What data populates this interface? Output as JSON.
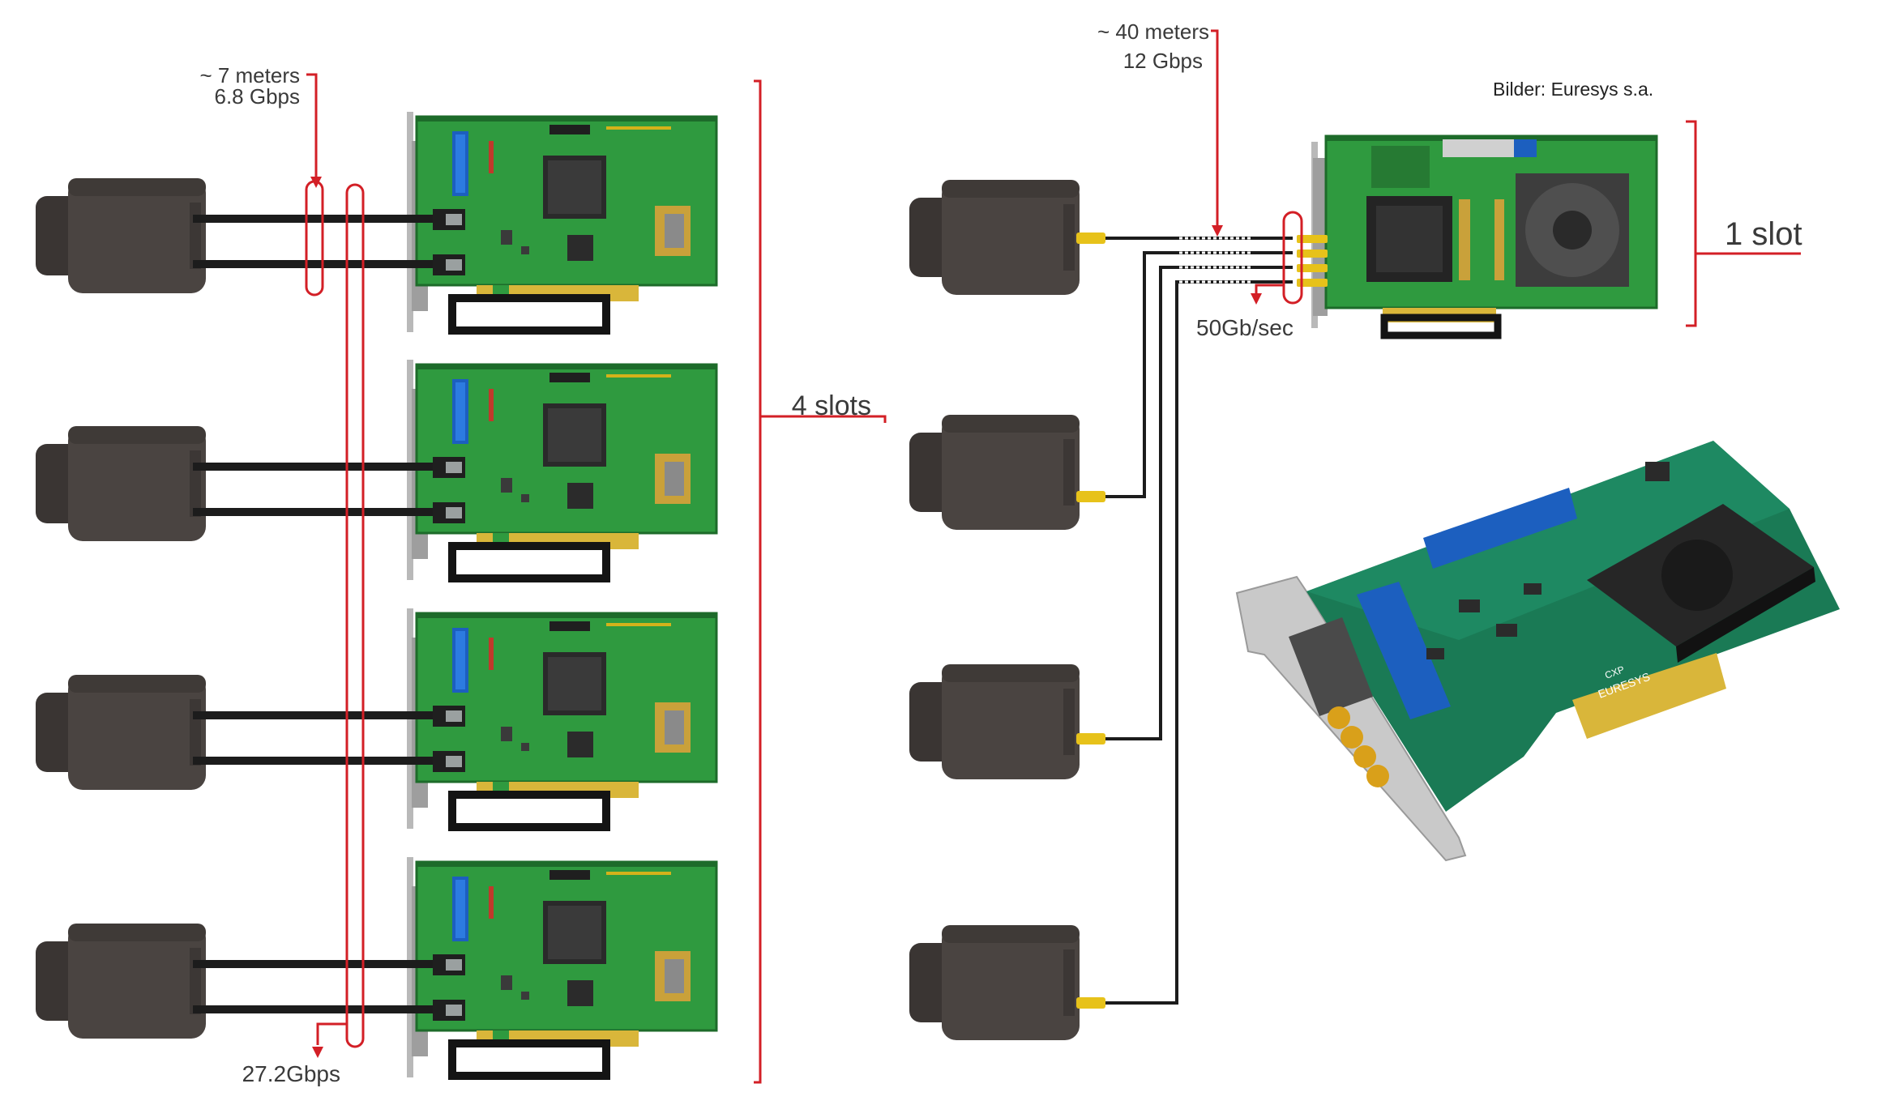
{
  "labels": {
    "left_cable": {
      "line1": "~ 7 meters",
      "line2": "6.8 Gbps"
    },
    "left_total": "27.2Gbps",
    "left_slots": "4 slots",
    "right_cable": {
      "line1": "~ 40 meters",
      "line2": "12 Gbps"
    },
    "right_total": "50Gb/sec",
    "right_slots": "1 slot",
    "credit": "Bilder: Euresys s.a."
  },
  "photo_card": {
    "brand": "EURESYS",
    "model": "CXP"
  },
  "colors": {
    "accent_red": "#d31f26",
    "pcb_green": "#2f9a3f",
    "pcb_dark_green": "#1d6b2a",
    "camera_dark": "#3a3533",
    "camera_mid": "#4a4441",
    "connector_gold": "#e7c21a",
    "cable_black": "#1c1c1c"
  },
  "icons": [
    "camera-icon",
    "frame-grabber-card-icon",
    "fan-heatsink-icon",
    "bracket-icon"
  ]
}
